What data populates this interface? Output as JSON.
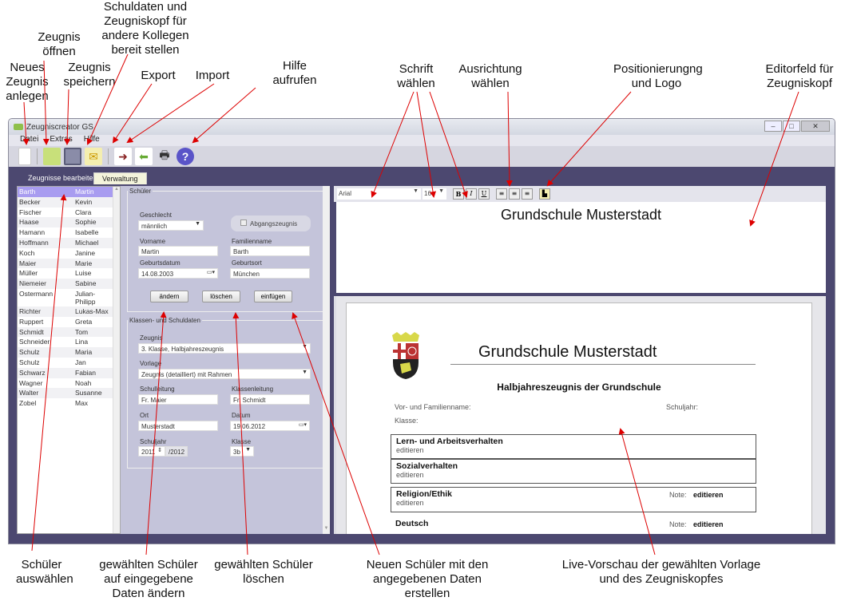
{
  "annotations": {
    "new": "Neues Zeugnis anlegen",
    "open": "Zeugnis öffnen",
    "save": "Zeugnis speichern",
    "share": "Schuldaten und Zeugniskopf für andere Kollegen bereit stellen",
    "export": "Export",
    "import": "Import",
    "help": "Hilfe aufrufen",
    "font": "Schrift wählen",
    "align": "Ausrichtung wählen",
    "position": "Positionierungng und Logo",
    "editor": "Editorfeld für Zeugniskopf",
    "select_student": "Schüler auswählen",
    "change": "gewählten Schüler auf eingegebene Daten ändern",
    "delete": "gewählten Schüler löschen",
    "insert": "Neuen Schüler mit den angegebenen Daten erstellen",
    "preview": "Live-Vorschau der gewählten Vorlage und des Zeugniskopfes"
  },
  "window": {
    "title": "Zeugniscreator GS",
    "menu": [
      "Datei",
      "Extras",
      "Hilfe"
    ]
  },
  "tabs": [
    "Zeugnisse bearbeiten",
    "Verwaltung"
  ],
  "students": [
    [
      "Barth",
      "Martin"
    ],
    [
      "Becker",
      "Kevin"
    ],
    [
      "Fischer",
      "Clara"
    ],
    [
      "Haase",
      "Sophie"
    ],
    [
      "Hamann",
      "Isabelle"
    ],
    [
      "Hoffmann",
      "Michael"
    ],
    [
      "Koch",
      "Janine"
    ],
    [
      "Maier",
      "Marie"
    ],
    [
      "Müller",
      "Luise"
    ],
    [
      "Niemeier",
      "Sabine"
    ],
    [
      "Ostermann",
      "Julian-Philipp"
    ],
    [
      "Richter",
      "Lukas-Max"
    ],
    [
      "Ruppert",
      "Greta"
    ],
    [
      "Schmidt",
      "Tom"
    ],
    [
      "Schneider",
      "Lina"
    ],
    [
      "Schulz",
      "Maria"
    ],
    [
      "Schulz",
      "Jan"
    ],
    [
      "Schwarz",
      "Fabian"
    ],
    [
      "Wagner",
      "Noah"
    ],
    [
      "Walter",
      "Susanne"
    ],
    [
      "Zobel",
      "Max"
    ]
  ],
  "student_form": {
    "legend": "Schüler",
    "gender_label": "Geschlecht",
    "gender": "männlich",
    "leaving_cert": "Abgangszeugnis",
    "firstname_label": "Vorname",
    "firstname": "Martin",
    "lastname_label": "Familienname",
    "lastname": "Barth",
    "birthdate_label": "Geburtsdatum",
    "birthdate": "14.08.2003",
    "birthplace_label": "Geburtsort",
    "birthplace": "München",
    "change_btn": "ändern",
    "delete_btn": "löschen",
    "insert_btn": "einfügen"
  },
  "school_form": {
    "legend": "Klassen- und Schuldaten",
    "cert_label": "Zeugnis",
    "cert": "3. Klasse, Halbjahreszeugnis",
    "template_label": "Vorlage",
    "template": "Zeugnis (detailliert) mit Rahmen",
    "head_label": "Schulleitung",
    "head": "Fr. Maier",
    "teacher_label": "Klassenleitung",
    "teacher": "Fr. Schmidt",
    "place_label": "Ort",
    "place": "Musterstadt",
    "date_label": "Datum",
    "date": "19.06.2012",
    "year_label": "Schuljahr",
    "year_start": "2011",
    "year_end": "/2012",
    "class_label": "Klasse",
    "class": "3b"
  },
  "editor": {
    "font": "Arial",
    "size": "16",
    "bold": "B",
    "italic": "I",
    "underline": "U",
    "header_text": "Grundschule Musterstadt"
  },
  "preview": {
    "school": "Grundschule Musterstadt",
    "title": "Halbjahreszeugnis der Grundschule",
    "name_label": "Vor- und Familienname:",
    "year_label": "Schuljahr:",
    "class_label": "Klasse:",
    "sections": [
      {
        "title": "Lern- und Arbeitsverhalten",
        "text": "editieren"
      },
      {
        "title": "Sozialverhalten",
        "text": "editieren"
      },
      {
        "title": "Religion/Ethik",
        "text": "editieren",
        "note_label": "Note:",
        "note": "editieren"
      },
      {
        "title": "Deutsch",
        "note_label": "Note:",
        "note": "editieren"
      }
    ]
  }
}
